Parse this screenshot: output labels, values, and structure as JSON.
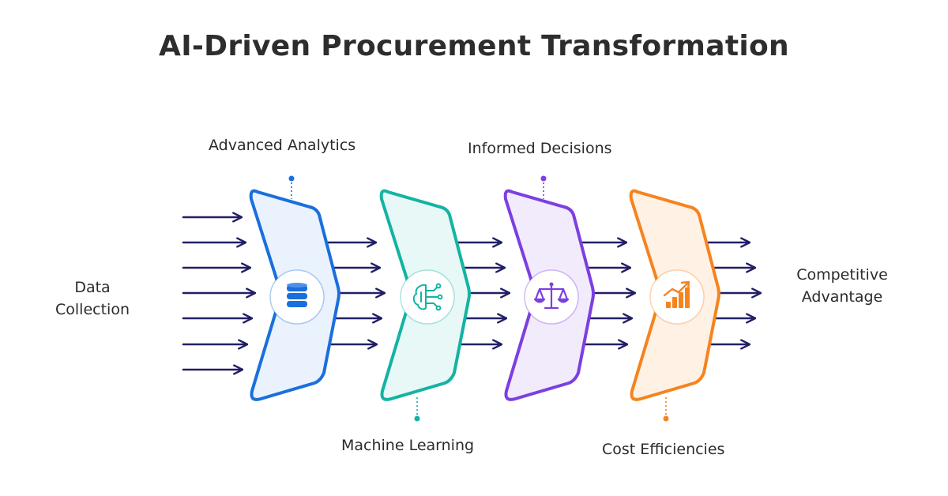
{
  "title": "AI-Driven Procurement Transformation",
  "input_label": [
    "Data",
    "Collection"
  ],
  "output_label": [
    "Competitive",
    "Advantage"
  ],
  "stages": [
    {
      "name": "Advanced Analytics",
      "icon": "database-icon",
      "color": "#1a6fdc",
      "fill": "#eaf2fd",
      "label_position": "top"
    },
    {
      "name": "Machine Learning",
      "icon": "brain-circuit-icon",
      "color": "#14b3a3",
      "fill": "#e8f8f6",
      "label_position": "bottom"
    },
    {
      "name": "Informed Decisions",
      "icon": "balance-scale-icon",
      "color": "#7c3fe0",
      "fill": "#f1ebfc",
      "label_position": "top"
    },
    {
      "name": "Cost Efficiencies",
      "icon": "growth-chart-icon",
      "color": "#f5841f",
      "fill": "#fff1e4",
      "label_position": "bottom"
    }
  ],
  "arrow_color": "#221f66"
}
